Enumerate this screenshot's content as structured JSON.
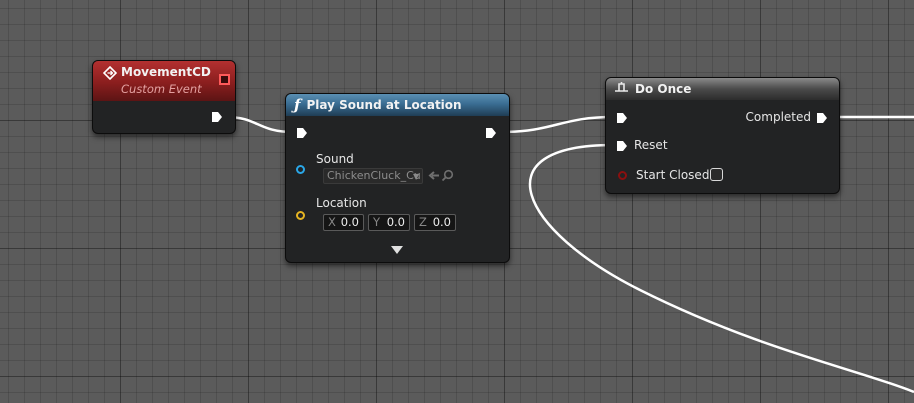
{
  "event_node": {
    "title": "MovementCD",
    "subtitle": "Custom Event"
  },
  "function_node": {
    "title": "Play Sound at Location",
    "sound": {
      "label": "Sound",
      "value": "ChickenCluck_Cu"
    },
    "location": {
      "label": "Location",
      "x_axis": "X",
      "x_value": "0.0",
      "y_axis": "Y",
      "y_value": "0.0",
      "z_axis": "Z",
      "z_value": "0.0"
    }
  },
  "do_once_node": {
    "title": "Do Once",
    "completed_label": "Completed",
    "reset_label": "Reset",
    "start_closed_label": "Start Closed",
    "start_closed_checked": false
  },
  "colors": {
    "event_header": "#8a1e1e",
    "function_header": "#3a6d92",
    "macro_header": "#4a4a4a",
    "object_pin": "#2aa7e8",
    "struct_pin": "#e6b422",
    "bool_pin": "#8a0f0f",
    "delegate_pin": "#ff4a4a",
    "wire": "#ffffff"
  }
}
